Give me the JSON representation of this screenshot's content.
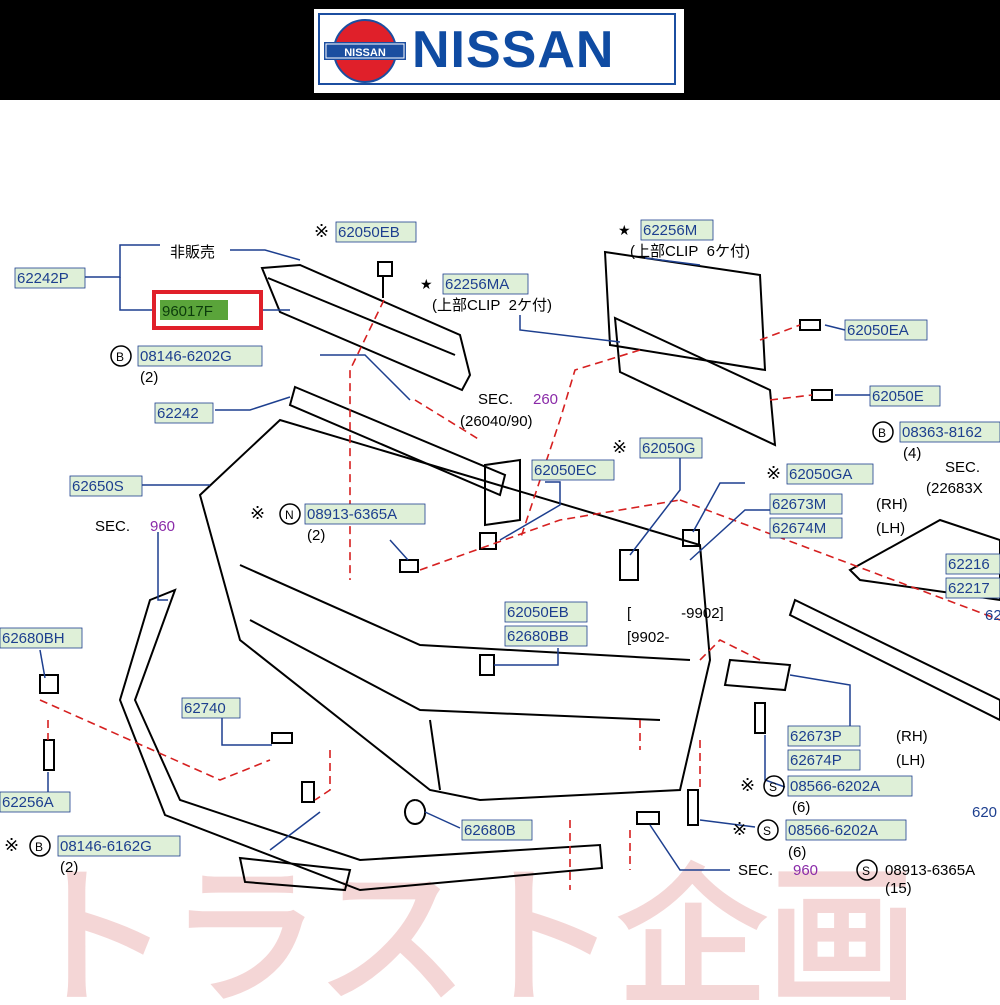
{
  "brand": {
    "logo_word": "NISSAN",
    "emblem_text": "NISSAN",
    "colors": {
      "blue": "#0f4ba2",
      "red": "#e0202a",
      "label_fill": "#dff0d8",
      "highlight_fill": "#5aa43a"
    }
  },
  "watermark": {
    "text": "トラスト企画",
    "color": "#f3cfcf"
  },
  "labels": {
    "p62242P": "62242P",
    "not_for_sale": "非販売",
    "p96017F": "96017F",
    "p62050EB_top": "62050EB",
    "p62256MA": "62256MA",
    "clip2": "(上部CLIP  2ケ付)",
    "p62256M": "62256M",
    "clip6": "(上部CLIP  6ケ付)",
    "p62050EA": "62050EA",
    "p08146_6202G": "08146-6202G",
    "qty_2a": "(2)",
    "sec260": "SEC.",
    "sec260_num": "260",
    "sec260_sub": "(26040/90)",
    "p62050E": "62050E",
    "p62242": "62242",
    "p08363": "08363-8162",
    "qty_4": "(4)",
    "p62050G": "62050G",
    "p62050EC": "62050EC",
    "p62050GA": "62050GA",
    "sec_right": "SEC.",
    "sec_right_sub": "(22683X",
    "p62650S": "62650S",
    "p08913_6365A": "08913-6365A",
    "qty_2b": "(2)",
    "p62673M": "62673M",
    "rh1": "(RH)",
    "p62674M": "62674M",
    "lh1": "(LH)",
    "sec960a": "SEC.",
    "sec960a_num": "960",
    "p62216": "62216",
    "p62217": "62217",
    "p62680BH": "62680BH",
    "p62050EB_mid": "62050EB",
    "p62680BB": "62680BB",
    "bracket1": "[            -9902]",
    "bracket2": "[9902-",
    "p62740": "62740",
    "p62673P": "62673P",
    "rh2": "(RH)",
    "p62674P": "62674P",
    "lh2": "(LH)",
    "p62256A": "62256A",
    "p08566_a": "08566-6202A",
    "qty_6a": "(6)",
    "p62680B": "62680B",
    "p08566_b": "08566-6202A",
    "qty_6b": "(6)",
    "p08146_6162G": "08146-6162G",
    "qty_2c": "(2)",
    "sec960b": "SEC.",
    "sec960b_num": "960",
    "p08913_bottom": "08913-6365A",
    "qty_15": "(15)",
    "p62_edge": "62",
    "p620_edge": "620",
    "circ_B": "B",
    "circ_N": "N",
    "circ_S": "S",
    "star": "★",
    "kome": "※"
  }
}
